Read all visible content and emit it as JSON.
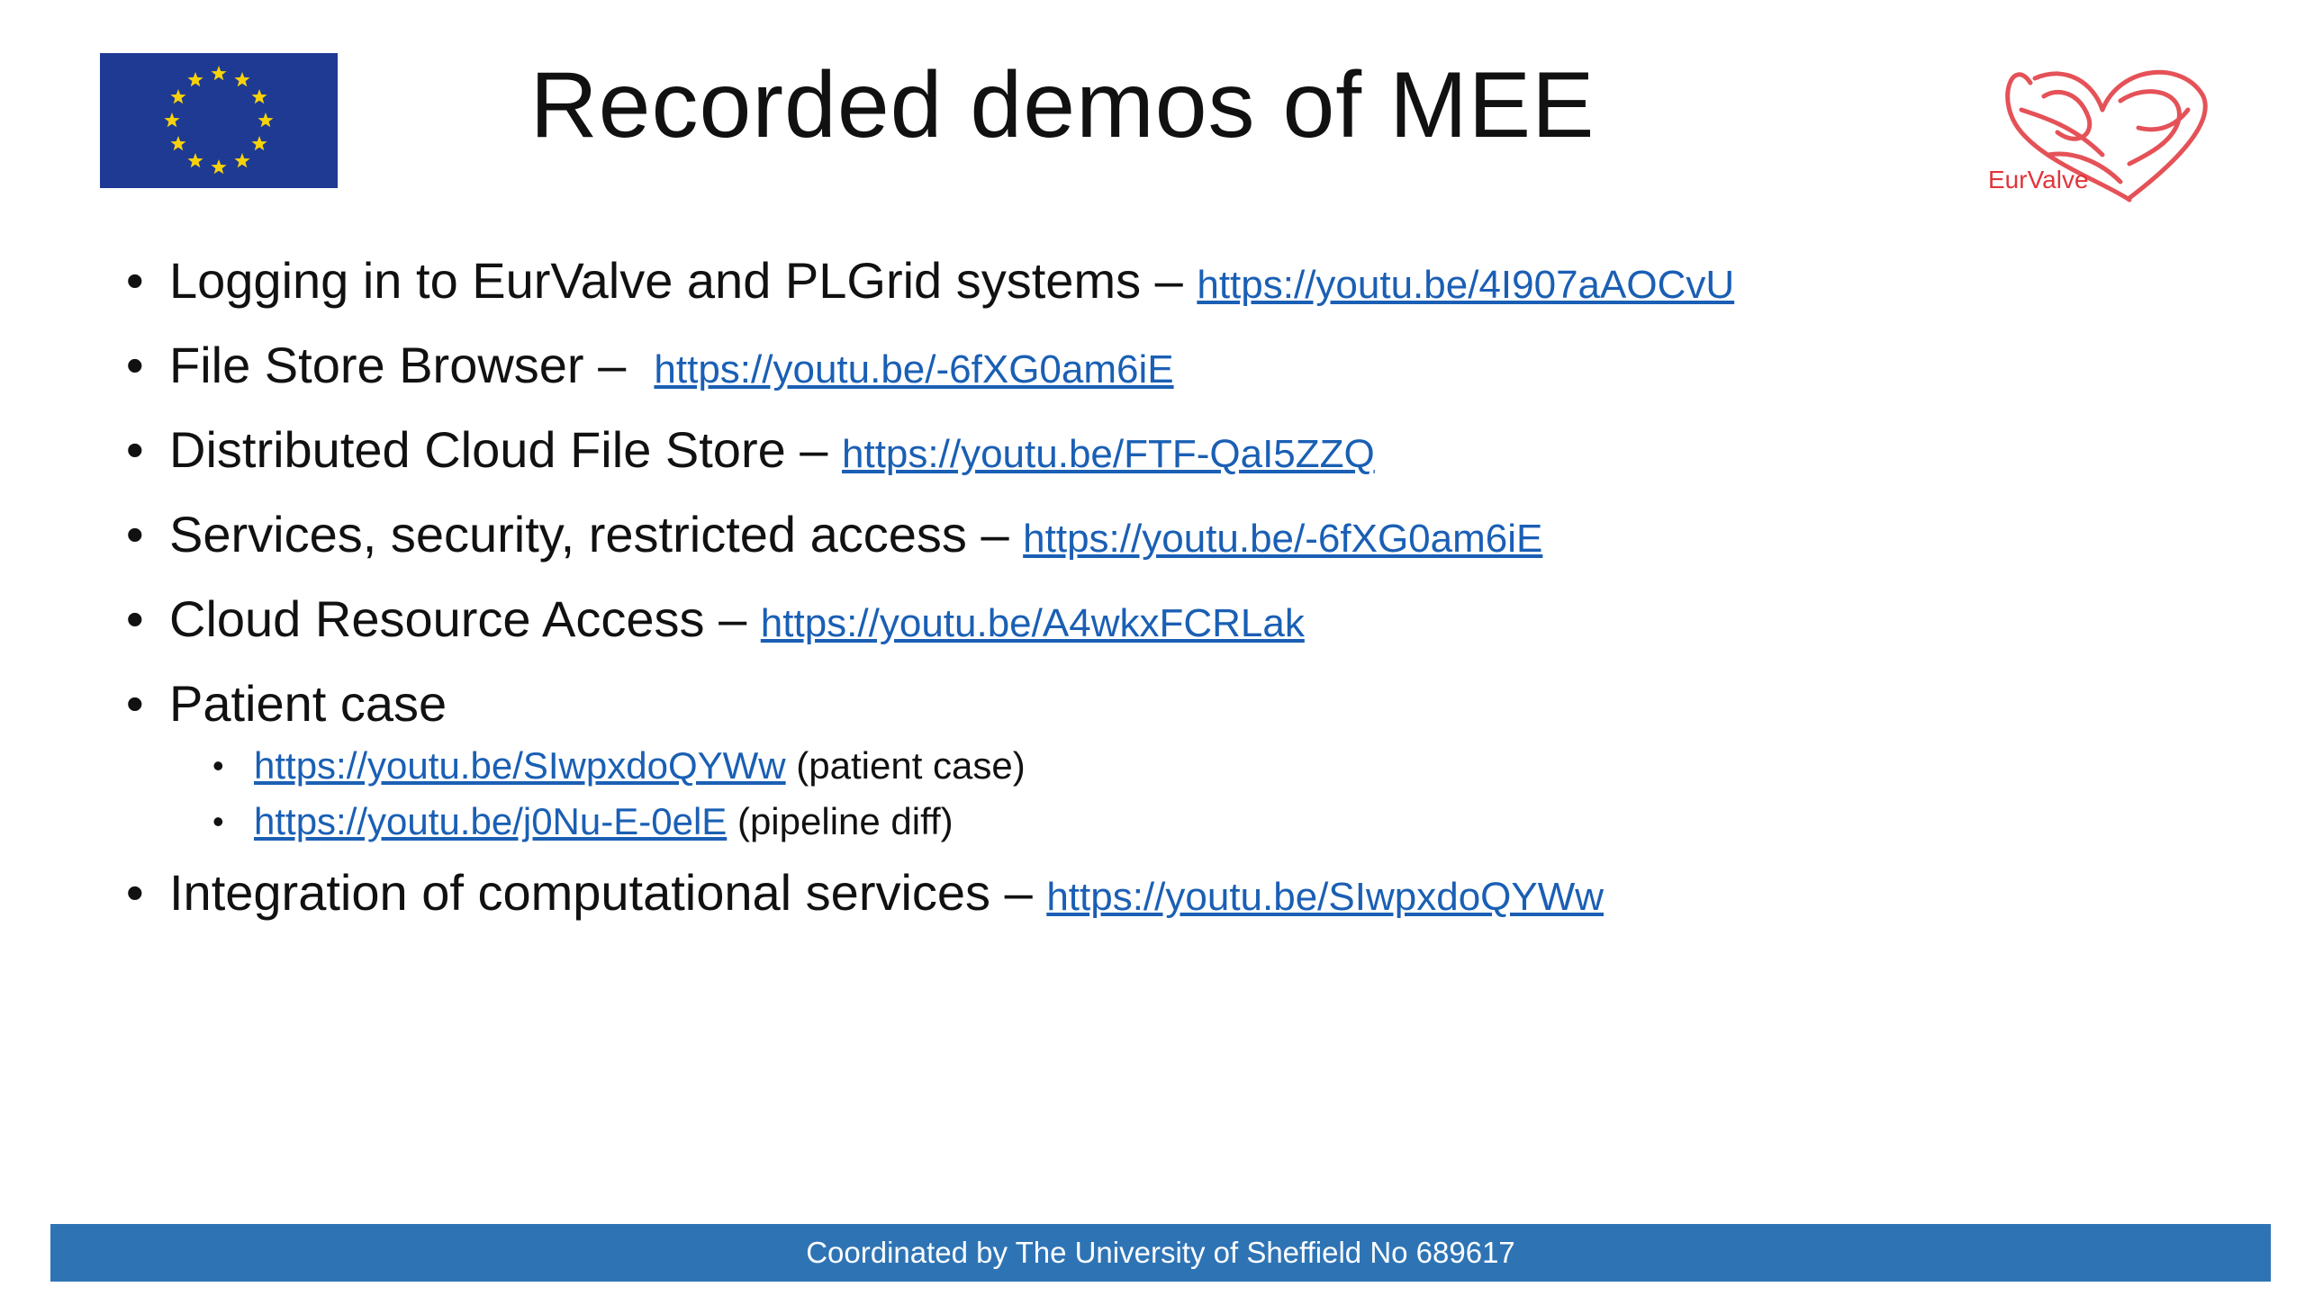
{
  "title": "Recorded demos of MEE",
  "logo": {
    "text": "EurValve"
  },
  "items": [
    {
      "text": "Logging in to EurValve and PLGrid systems – ",
      "link": "https://youtu.be/4I907aAOCvU"
    },
    {
      "text": "File Store Browser –  ",
      "link": "https://youtu.be/-6fXG0am6iE"
    },
    {
      "text": "Distributed Cloud File Store – ",
      "link": "https://youtu.be/FTF-QaI5ZZQ"
    },
    {
      "text": "Services, security, restricted access – ",
      "link": "https://youtu.be/-6fXG0am6iE"
    },
    {
      "text": "Cloud Resource Access – ",
      "link": "https://youtu.be/A4wkxFCRLak"
    },
    {
      "text": "Patient case",
      "link": ""
    }
  ],
  "subitems": [
    {
      "link": "https://youtu.be/SIwpxdoQYWw",
      "note": " (patient case)"
    },
    {
      "link": "https://youtu.be/j0Nu-E-0elE",
      "note": " (pipeline diff)"
    }
  ],
  "last_item": {
    "text": "Integration of computational services – ",
    "link": "https://youtu.be/SIwpxdoQYWw"
  },
  "footer": "Coordinated by The University of Sheffield No 689617",
  "colors": {
    "link": "#1a5fb4",
    "footer_bg": "#2e74b5",
    "flag_bg": "#1f3a93",
    "flag_star": "#f7d20b",
    "logo": "#e0353b"
  }
}
